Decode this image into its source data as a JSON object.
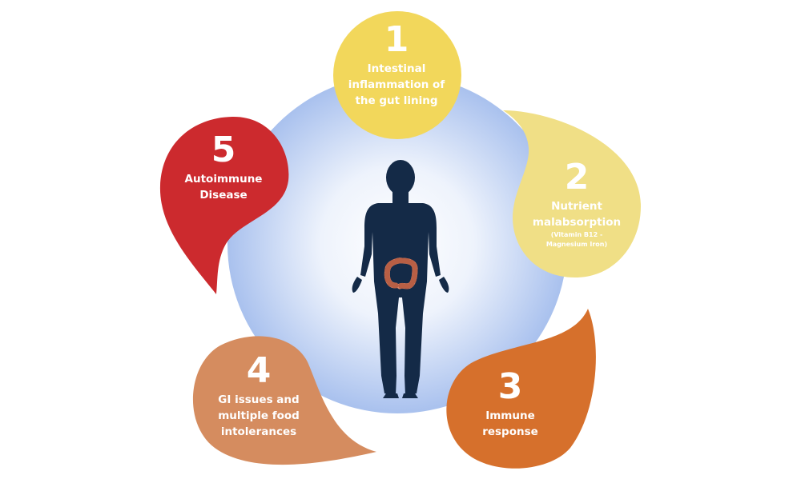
{
  "steps": [
    {
      "number": "1",
      "text": [
        "Intestinal",
        "inflammation of",
        "the gut lining"
      ],
      "note": [],
      "color": "#f2d75b"
    },
    {
      "number": "2",
      "text": [
        "Nutrient",
        "malabsorption"
      ],
      "note": [
        "(Vitamin B12 -",
        "Magnesium Iron)"
      ],
      "color": "#f0df86"
    },
    {
      "number": "3",
      "text": [
        "Immune",
        "response"
      ],
      "note": [],
      "color": "#d6702c"
    },
    {
      "number": "4",
      "text": [
        "GI issues and",
        "multiple food",
        "intolerances"
      ],
      "note": [],
      "color": "#d58c5f"
    },
    {
      "number": "5",
      "text": [
        "Autoimmune",
        "Disease"
      ],
      "note": [],
      "color": "#cc2a2e"
    }
  ],
  "colors": {
    "halo_center": "#ffffff",
    "halo_edge": "#a9c1ee",
    "silhouette": "#142a47",
    "colon": "#e08a6b"
  },
  "icons": [
    "human-silhouette-icon",
    "colon-icon"
  ]
}
